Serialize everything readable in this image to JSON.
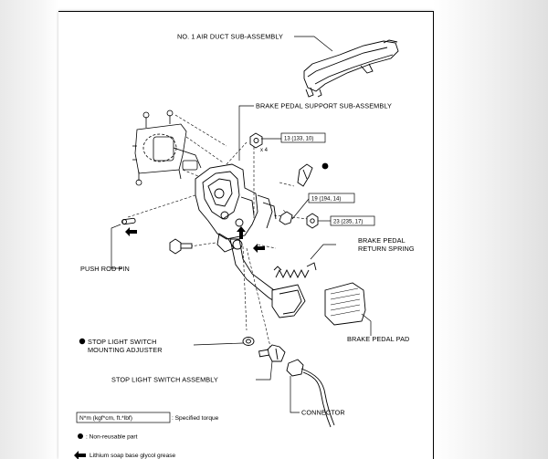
{
  "labels": {
    "air_duct": "NO. 1 AIR DUCT SUB-ASSEMBLY",
    "brake_pedal_support": "BRAKE PEDAL SUPPORT SUB-ASSEMBLY",
    "push_rod_pin": "PUSH ROD PIN",
    "return_spring_line1": "BRAKE PEDAL",
    "return_spring_line2": "RETURN SPRING",
    "pedal_pad": "BRAKE PEDAL PAD",
    "adjuster_line1": "STOP LIGHT SWITCH",
    "adjuster_line2": "MOUNTING ADJUSTER",
    "switch_assembly": "STOP LIGHT SWITCH ASSEMBLY",
    "connector": "CONNECTOR"
  },
  "torque_specs": {
    "nut_x4": "13 (133, 10)",
    "quantity": "x 4",
    "bolt": "19 (194, 14)",
    "nut": "23 (235, 17)"
  },
  "legend": {
    "torque_box": "N*m (kgf*cm, ft.*lbf)",
    "torque_desc": ": Specified torque",
    "non_reusable": ": Non-reusable part",
    "grease": "Lithium soap base glycol grease"
  },
  "colors": {
    "ink": "#000000",
    "page": "#ffffff",
    "shadow": "#e4e4e4"
  }
}
